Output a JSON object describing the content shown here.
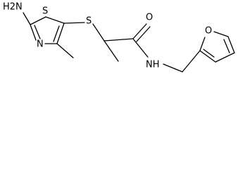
{
  "molecule": {
    "atoms": {
      "amino_group": "H2N",
      "thiazole_sulfur": "S",
      "thiazole_nitrogen": "N",
      "thioether_sulfur": "S",
      "carbonyl_oxygen": "O",
      "amide_nitrogen": "NH",
      "furan_oxygen": "O"
    }
  },
  "colors": {
    "bond": "#000000",
    "label": "#000000",
    "background": "#ffffff"
  }
}
